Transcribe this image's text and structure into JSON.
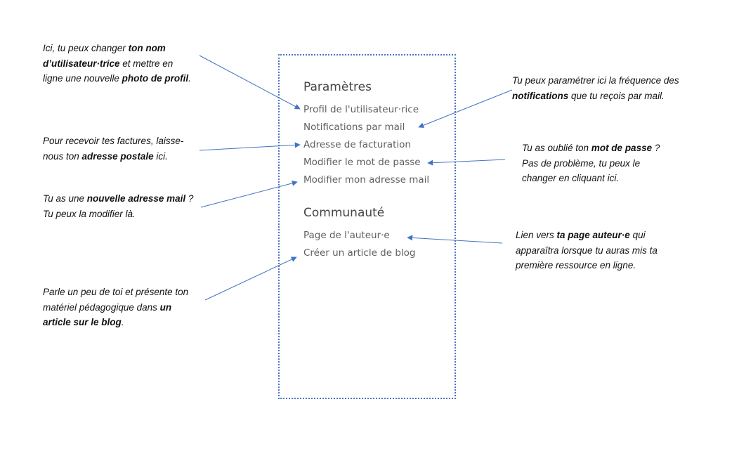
{
  "annotations": {
    "profile": {
      "line1": {
        "a": "Ici, tu peux changer ",
        "b": "ton nom"
      },
      "line2": {
        "b": "d’utilisateur·trice",
        "a": " et mettre en"
      },
      "line3": {
        "a": "ligne une nouvelle ",
        "b": "photo de profil",
        "c": "."
      }
    },
    "billing": {
      "line1": {
        "a": "Pour recevoir tes factures, laisse-"
      },
      "line2": {
        "a": "nous ton ",
        "b": "adresse postale",
        "c": " ici."
      }
    },
    "email": {
      "line1": {
        "a": "Tu as une ",
        "b": "nouvelle adresse mail",
        "c": " ?"
      },
      "line2": {
        "a": "Tu peux la modifier là."
      }
    },
    "blog": {
      "line1": {
        "a": "Parle un peu de toi et présente ton"
      },
      "line2": {
        "a": "matériel pédagogique dans ",
        "b": "un"
      },
      "line3": {
        "b": "article sur le blog",
        "c": "."
      }
    },
    "notifications": {
      "line1": {
        "a": "Tu peux paramétrer ici la fréquence des"
      },
      "line2": {
        "b": "notifications",
        "a": " que tu reçois par mail."
      }
    },
    "password": {
      "line1": {
        "a": "Tu as oublié ton ",
        "b": "mot de passe",
        "c": " ?"
      },
      "line2": {
        "a": "Pas de problème, tu peux le"
      },
      "line3": {
        "a": "changer en cliquant ici."
      }
    },
    "author": {
      "line1": {
        "a": "Lien vers ",
        "b": "ta page auteur·e",
        "c": " qui"
      },
      "line2": {
        "a": "apparaîtra lorsque tu auras mis ta"
      },
      "line3": {
        "a": "première ressource en ligne."
      }
    }
  },
  "menu": {
    "settings": {
      "title": "Paramètres",
      "items": [
        "Profil de l'utilisateur·rice",
        "Notifications par mail",
        "Adresse de facturation",
        "Modifier le mot de passe",
        "Modifier mon adresse mail"
      ]
    },
    "community": {
      "title": "Communauté",
      "items": [
        "Page de l'auteur·e",
        "Créer un article de blog"
      ]
    }
  },
  "colors": {
    "arrow": "#4472c4",
    "panel_border": "#4a78c2",
    "menu_text": "#5f5f5f",
    "title_text": "#454545"
  }
}
